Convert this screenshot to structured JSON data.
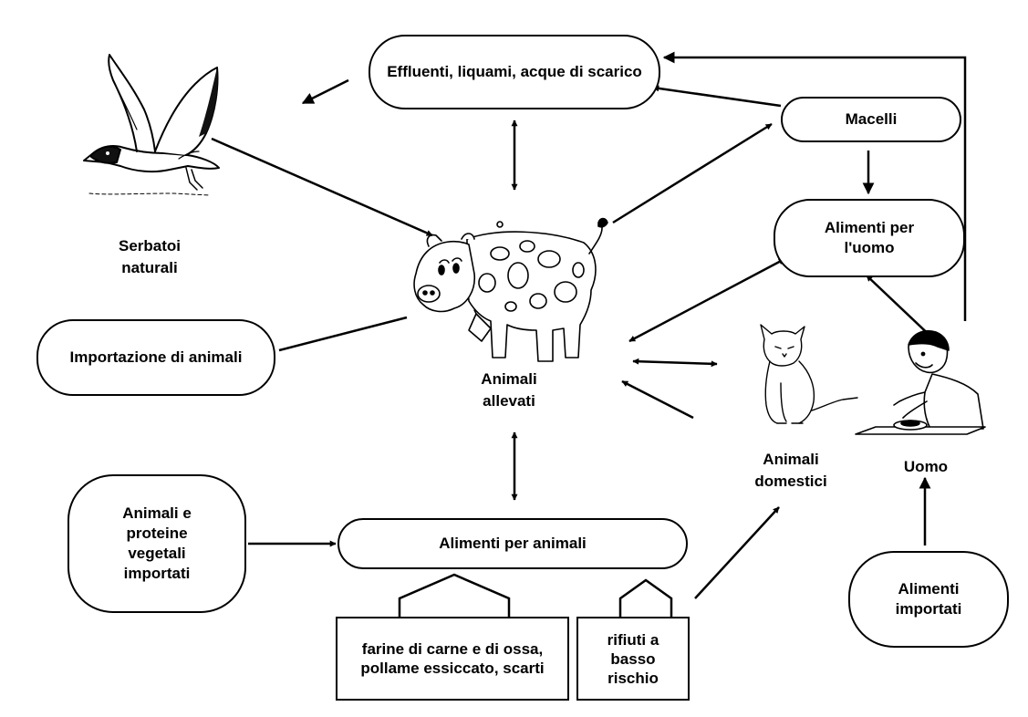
{
  "diagram": {
    "nodes": {
      "effluents": "Effluenti, liquami, acque di scarico",
      "slaughterhouses": "Macelli",
      "human_food": "Alimenti per l'uomo",
      "animal_imports": "Importazione di animali",
      "imported_proteins": "Animali e proteine vegetali importati",
      "animal_feed": "Alimenti per animali",
      "imported_food": "Alimenti importati"
    },
    "labels": {
      "natural_reservoirs": "Serbatoi naturali",
      "farmed_animals": "Animali allevati",
      "pets": "Animali domestici",
      "human": "Uomo"
    },
    "feed_sources": {
      "meat_bone_meal": "farine di carne e di ossa, pollame essiccato, scarti",
      "low_risk_waste": "rifiuti a basso rischio"
    }
  }
}
